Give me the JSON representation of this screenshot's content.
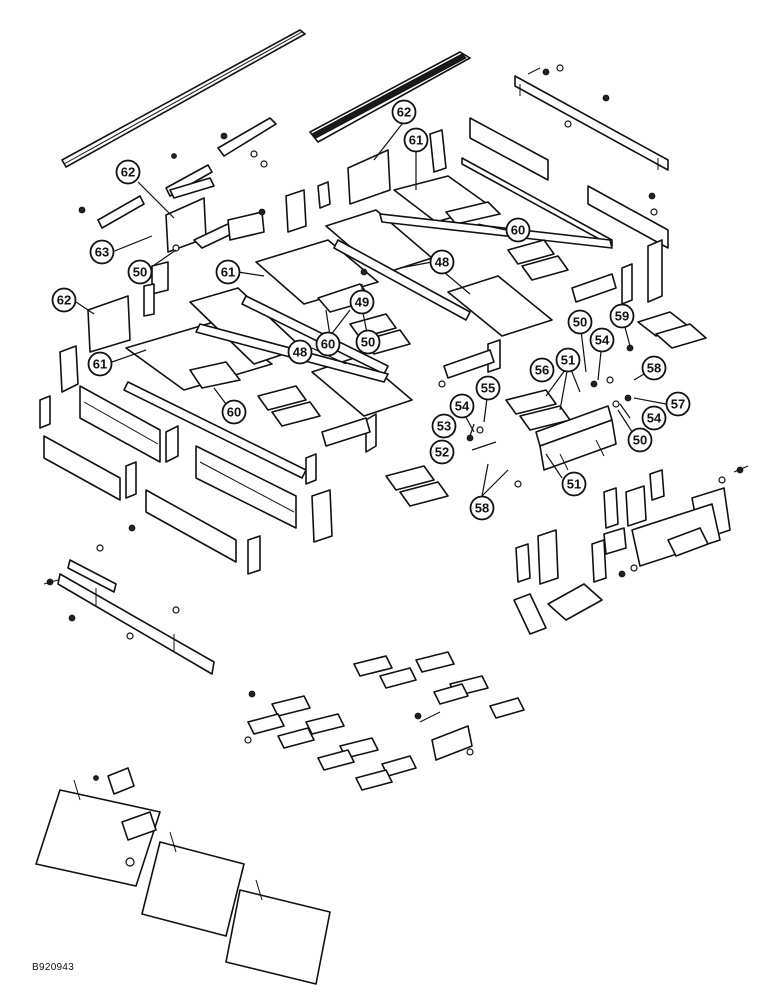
{
  "figure_id": "B920943",
  "callouts": [
    "62",
    "61",
    "62",
    "60",
    "63",
    "50",
    "48",
    "61",
    "62",
    "49",
    "50",
    "60",
    "48",
    "61",
    "60",
    "50",
    "59",
    "54",
    "51",
    "56",
    "58",
    "57",
    "55",
    "53",
    "54",
    "52",
    "54",
    "50",
    "51",
    "58"
  ],
  "colors": {
    "ink": "#111111",
    "paper": "#ffffff"
  }
}
